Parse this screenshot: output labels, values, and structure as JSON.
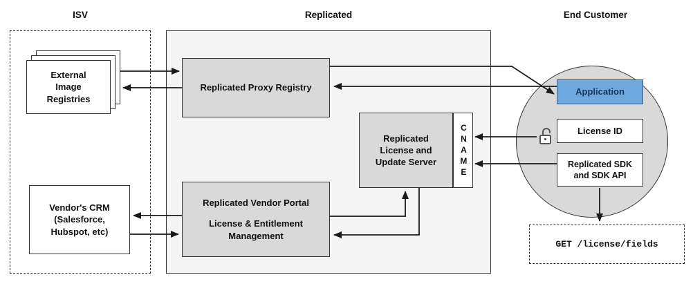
{
  "headers": {
    "isv": "ISV",
    "replicated": "Replicated",
    "end_customer": "End Customer"
  },
  "nodes": {
    "external_registries": {
      "label": "External\nImage\nRegistries"
    },
    "vendor_crm": {
      "label": "Vendor's CRM\n(Salesforce,\nHubspot, etc)"
    },
    "proxy_registry": {
      "label": "Replicated Proxy Registry"
    },
    "license_update_server": {
      "label": "Replicated\nLicense and\nUpdate Server"
    },
    "cname": {
      "label": "CNAME"
    },
    "vendor_portal": {
      "title": "Replicated Vendor Portal",
      "subtitle": "License & Entitlement\nManagement"
    },
    "application": {
      "label": "Application"
    },
    "license_id": {
      "label": "License ID",
      "icon": "open-padlock-icon"
    },
    "sdk": {
      "label": "Replicated SDK\nand SDK API"
    },
    "get_endpoint": {
      "label": "GET /license/fields"
    }
  },
  "colors": {
    "node_gray": "#d9d9d9",
    "replicated_container": "#f4f4f4",
    "application_fill": "#6fa8dc",
    "application_border": "#2d5986",
    "application_text": "#17365d",
    "line": "#1a1a1a"
  }
}
